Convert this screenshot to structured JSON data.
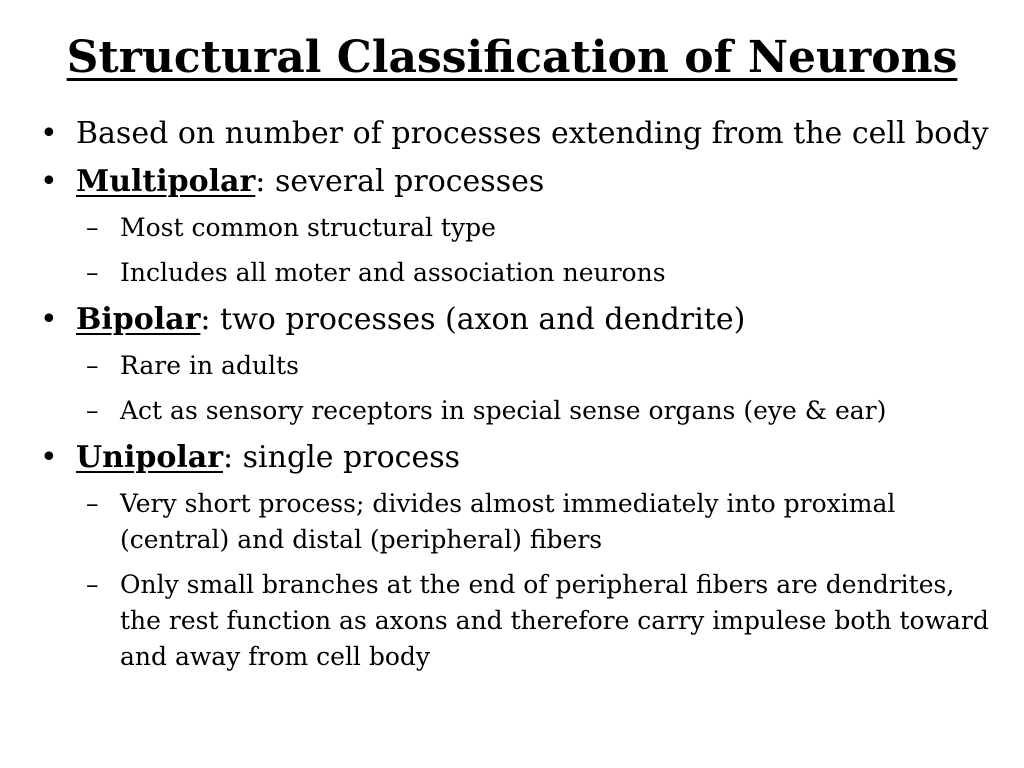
{
  "slide": {
    "title": "Structural Classification of Neurons",
    "bullet_symbol": "•",
    "sub_symbol": "–",
    "bullets": [
      {
        "text": "Based on number of processes extending from the cell body"
      },
      {
        "term": "Multipolar",
        "text": ": several processes",
        "subs": [
          "Most common structural type",
          "Includes all moter and association neurons"
        ]
      },
      {
        "term": "Bipolar",
        "text": ": two processes (axon and dendrite)",
        "subs": [
          "Rare in adults",
          "Act as sensory receptors in special sense organs (eye & ear)"
        ]
      },
      {
        "term": "Unipolar",
        "text": ": single process",
        "subs": [
          "Very short process; divides almost immediately into proximal (central) and distal (peripheral) fibers",
          "Only small branches at the end of peripheral fibers are dendrites, the rest function as axons and therefore carry impulese both toward and away from cell body"
        ]
      }
    ]
  }
}
